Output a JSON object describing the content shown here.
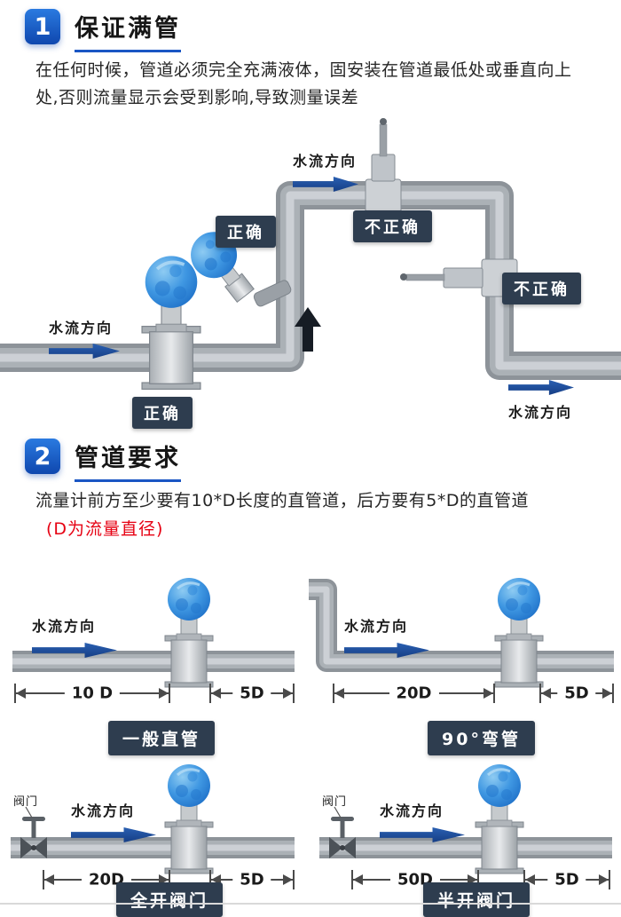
{
  "section1": {
    "badge": "1",
    "title": "保证满管",
    "description": "在任何时候，管道必须完全充满液体，固安装在管道最低处或垂直向上处,否则流量显示会受到影响,导致测量误差",
    "diagram": {
      "flow_top": "水流方向",
      "correct_upper": "正确",
      "incorrect_top": "不正确",
      "incorrect_right": "不正确",
      "flow_left": "水流方向",
      "correct_bottom": "正确",
      "flow_bottom_right": "水流方向"
    }
  },
  "section2": {
    "badge": "2",
    "title": "管道要求",
    "description": "流量计前方至少要有10*D长度的直管道，后方要有5*D的直管道",
    "note": "(D为流量直径)",
    "panels": [
      {
        "flow": "水流方向",
        "dim_front": "10 D",
        "dim_back": "5D",
        "caption": "一般直管"
      },
      {
        "flow": "水流方向",
        "dim_front": "20D",
        "dim_back": "5D",
        "caption": "90°弯管"
      },
      {
        "flow": "水流方向",
        "valve": "阀门",
        "dim_front": "20D",
        "dim_back": "5D",
        "caption": "全开阀门"
      },
      {
        "flow": "水流方向",
        "valve": "阀门",
        "dim_front": "50D",
        "dim_back": "5D",
        "caption": "半开阀门"
      }
    ]
  },
  "colors": {
    "accent_blue": "#1a56c4",
    "badge_dark": "#2e3d4f",
    "arrow_blue": "#1d4e9e",
    "pipe_gray": "#8d9399",
    "meter_blue": "#3f97e2",
    "note_red": "#e60012"
  }
}
